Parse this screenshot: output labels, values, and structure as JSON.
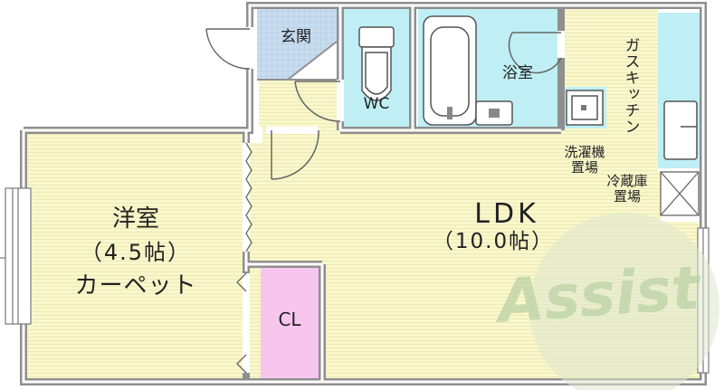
{
  "rooms": {
    "entrance": "玄関",
    "wc": "WC",
    "bath": "浴室",
    "gas_kitchen": "ガスキッチン",
    "washer_space": "洗濯機\n置場",
    "fridge_space": "冷蔵庫\n置場",
    "ldk_name": "LDK",
    "ldk_size": "（10.0帖）",
    "western_name": "洋室",
    "western_size": "（4.5帖）",
    "western_floor": "カーペット",
    "closet": "CL"
  },
  "watermark": {
    "text": "Assist"
  },
  "colors": {
    "living_floor": "#f9f7cc",
    "wet_area": "#bfeff5",
    "entrance_tile": "#c8dcef",
    "closet": "#f7c6ee",
    "wall": "#8f8f8f",
    "watermark": "#bcd2a6"
  }
}
